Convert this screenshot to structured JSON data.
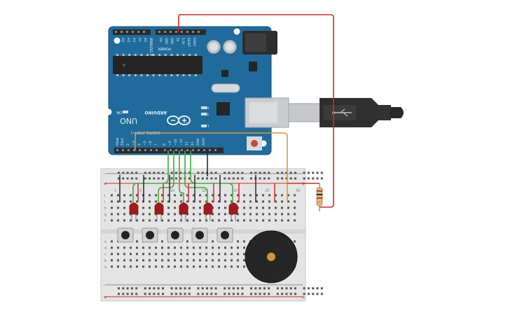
{
  "board": {
    "brand": "ARDUINO",
    "model": "UNO",
    "analog_header": "ANALOG IN",
    "analog_pins": [
      "A0",
      "A1",
      "A2",
      "A3",
      "A4",
      "A5"
    ],
    "power_header": "POWER",
    "power_pins": [
      "IOREF",
      "RESET",
      "3.3V",
      "5V",
      "GND",
      "GND",
      "Vin"
    ],
    "digital_header": "DIGITAL (PWM~)",
    "digital_pins": [
      "AREF",
      "GND",
      "13",
      "12",
      "~11",
      "~10",
      "~9",
      "8",
      "7",
      "~6",
      "~5",
      "4",
      "~3",
      "2",
      "TX▸1",
      "RX◂0"
    ],
    "led_labels": [
      "L",
      "TX",
      "RX",
      "ON"
    ]
  },
  "breadboard": {
    "column_numbers": [
      "1",
      "5",
      "10",
      "15",
      "20",
      "25",
      "30"
    ],
    "row_letters_top": [
      "j",
      "i",
      "h",
      "g",
      "f"
    ],
    "row_letters_bottom": [
      "e",
      "d",
      "c",
      "b",
      "a"
    ],
    "rail_plus": "+",
    "rail_minus": "-"
  },
  "colors": {
    "board_blue": "#1f6c9c",
    "wire_red": "#d22b2b",
    "wire_green": "#3fae3f",
    "wire_orange": "#e6923a",
    "wire_black": "#2a2a2a",
    "led_red": "#a31a1a"
  }
}
